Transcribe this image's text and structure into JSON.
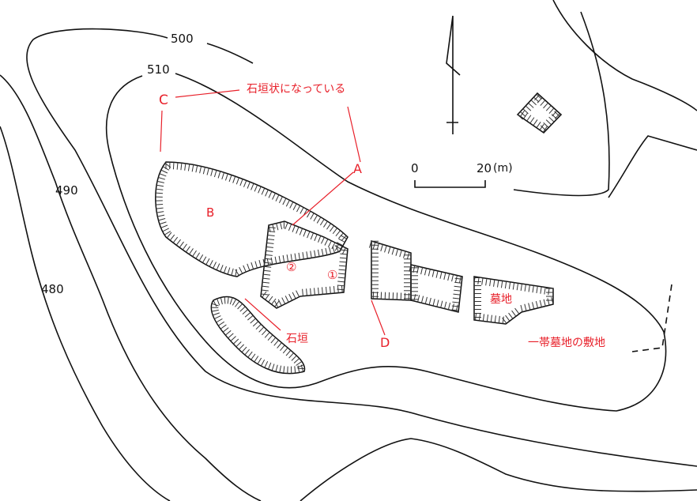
{
  "contours": [
    "500",
    "510",
    "490",
    "480"
  ],
  "labels": {
    "c": "C",
    "a": "A",
    "b": "B",
    "d": "D",
    "enclosure1": "①",
    "enclosure2": "②",
    "stone_wall_like": "石垣状になっている",
    "stone_wall": "石垣",
    "cemetery": "墓地",
    "cemetery_grounds": "一帯墓地の敷地"
  },
  "scale": {
    "start": "0",
    "end": "20",
    "unit": "(m)"
  },
  "colors": {
    "annotation": "#e8202a",
    "ink": "#111111"
  }
}
